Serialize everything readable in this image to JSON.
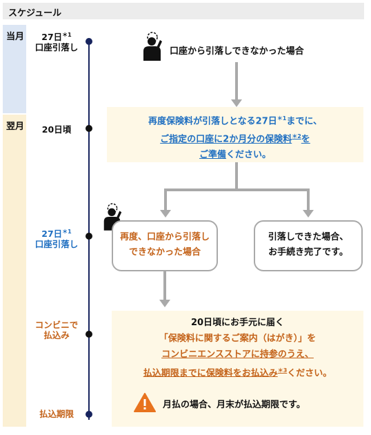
{
  "header": {
    "title": "スケジュール"
  },
  "bands": {
    "this_month": "当月",
    "next_month": "翌月"
  },
  "timeline": {
    "t1_line1": "27日",
    "t1_sup": "＊1",
    "t1_line2": "口座引落し",
    "t2": "20日頃",
    "t3_line1": "27日",
    "t3_sup": "＊1",
    "t3_line2": "口座引落し",
    "t4_line1": "コンビニで",
    "t4_line2": "払込み",
    "t5": "払込期限"
  },
  "step1": {
    "text": "口座から引落しできなかった場合"
  },
  "step2": {
    "line1_pre": "再度保険料が引落しとなる27日",
    "line1_sup": "＊1",
    "line1_post": "までに、",
    "line2_pre": "ご指定の口座に2か月分の保険料",
    "line2_sup": "＊2",
    "line2_post": "を",
    "line3_pre": "ご準備",
    "line3_post": "ください。"
  },
  "branch_fail": {
    "line1": "再度、口座から引落し",
    "line2": "できなかった場合"
  },
  "branch_success": {
    "line1": "引落しできた場合、",
    "line2": "お手続き完了です。"
  },
  "final": {
    "line1": "20日頃にお手元に届く",
    "line2": "「保険料に関するご案内（はがき）」を",
    "line3": "コンビニエンスストアに持参のうえ、",
    "line4_pre": "払込期限までに保険料をお払込み",
    "line4_sup": "＊3",
    "line4_post": "ください。",
    "warning": "月払の場合、月末が払込期限です。"
  },
  "colors": {
    "timeline": "#17245e",
    "blue": "#1f6fc1",
    "orange": "#c4631a",
    "arrow": "#a9a9a9"
  }
}
